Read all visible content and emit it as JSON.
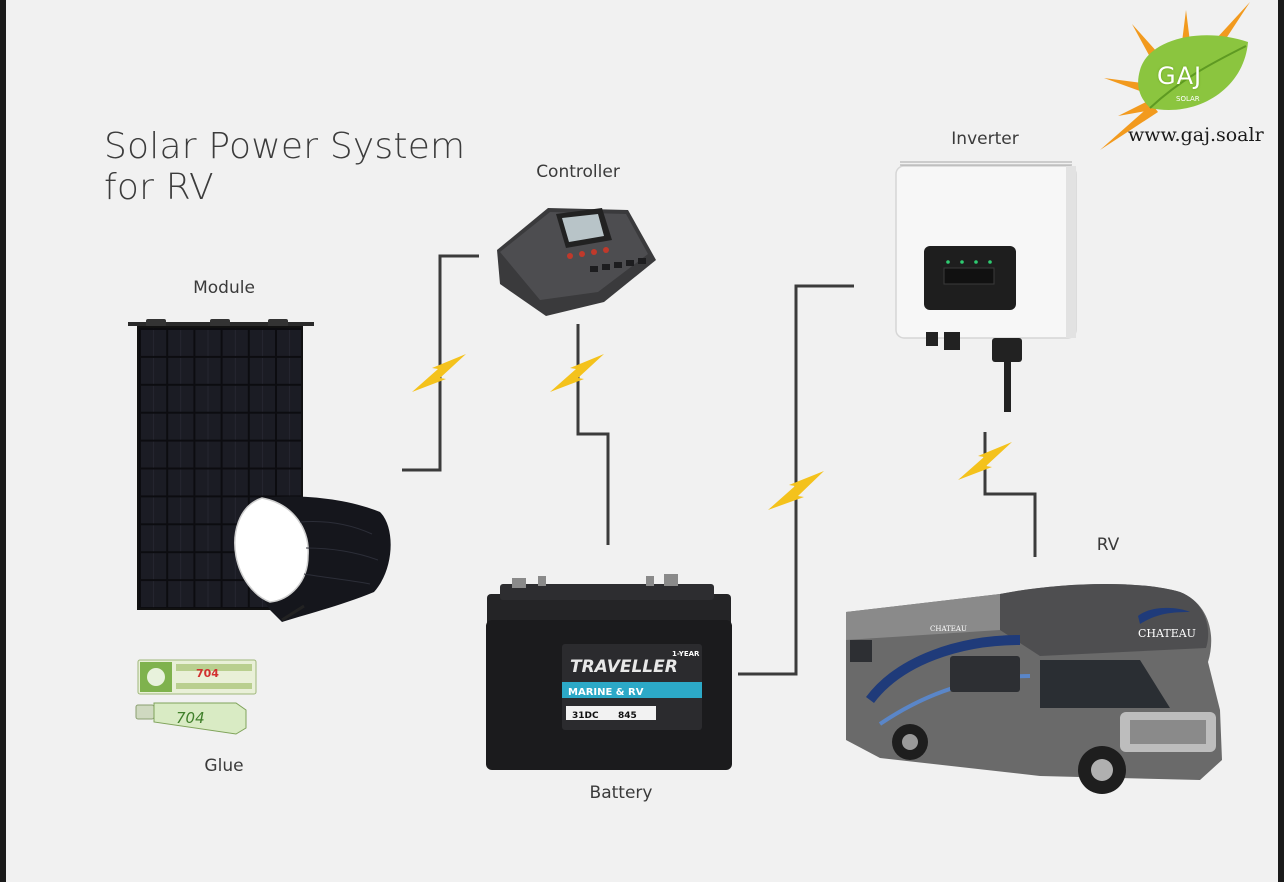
{
  "title_line1": "Solar Power System",
  "title_line2": "for RV",
  "components": {
    "module": "Module",
    "controller": "Controller",
    "inverter": "Inverter",
    "battery": "Battery",
    "rv": "RV",
    "glue": "Glue"
  },
  "logo": {
    "text": "GAJ",
    "sub": "SOLAR",
    "url": "www.gaj.soalr"
  },
  "product_text": {
    "battery_brand": "TRAVELLER",
    "battery_line": "MARINE & RV",
    "battery_code": "31DC",
    "battery_cca": "845",
    "battery_warranty": "1-YEAR",
    "glue_code": "704",
    "rv_brand": "CHATEAU"
  },
  "colors": {
    "background": "#f1f1f1",
    "wire": "#3b3b3b",
    "bolt": "#f4c21c",
    "logo_green": "#8bc53f",
    "logo_orange": "#f29a1e"
  }
}
